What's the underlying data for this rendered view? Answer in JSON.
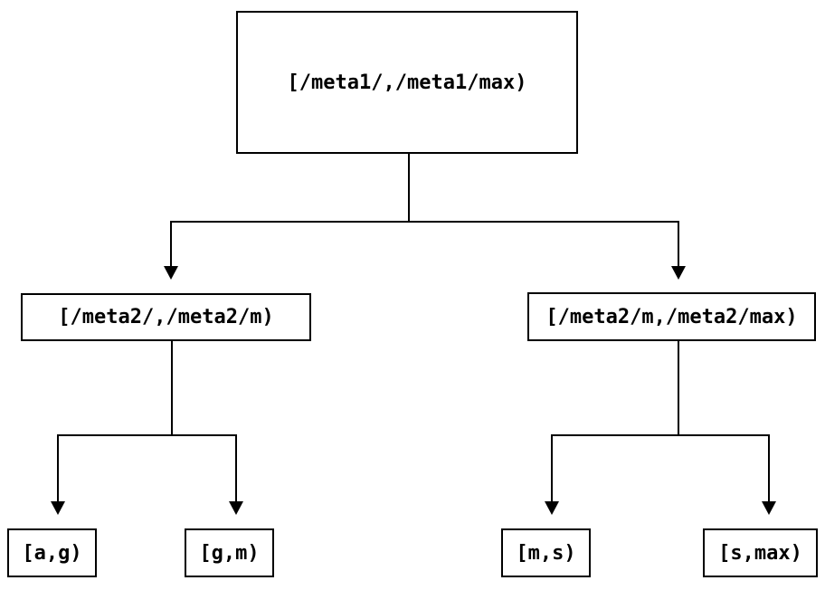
{
  "diagram": {
    "type": "binary-range-partition-tree",
    "colors": {
      "line": "#000000",
      "background": "#ffffff",
      "box_background": "#ffffff",
      "text": "#000000"
    },
    "tree": {
      "root": {
        "label": "[/meta1/,/meta1/max)",
        "children": [
          {
            "label": "[/meta2/,/meta2/m)",
            "children": [
              {
                "label": "[a,g)"
              },
              {
                "label": "[g,m)"
              }
            ]
          },
          {
            "label": "[/meta2/m,/meta2/max)",
            "children": [
              {
                "label": "[m,s)"
              },
              {
                "label": "[s,max)"
              }
            ]
          }
        ]
      }
    }
  }
}
